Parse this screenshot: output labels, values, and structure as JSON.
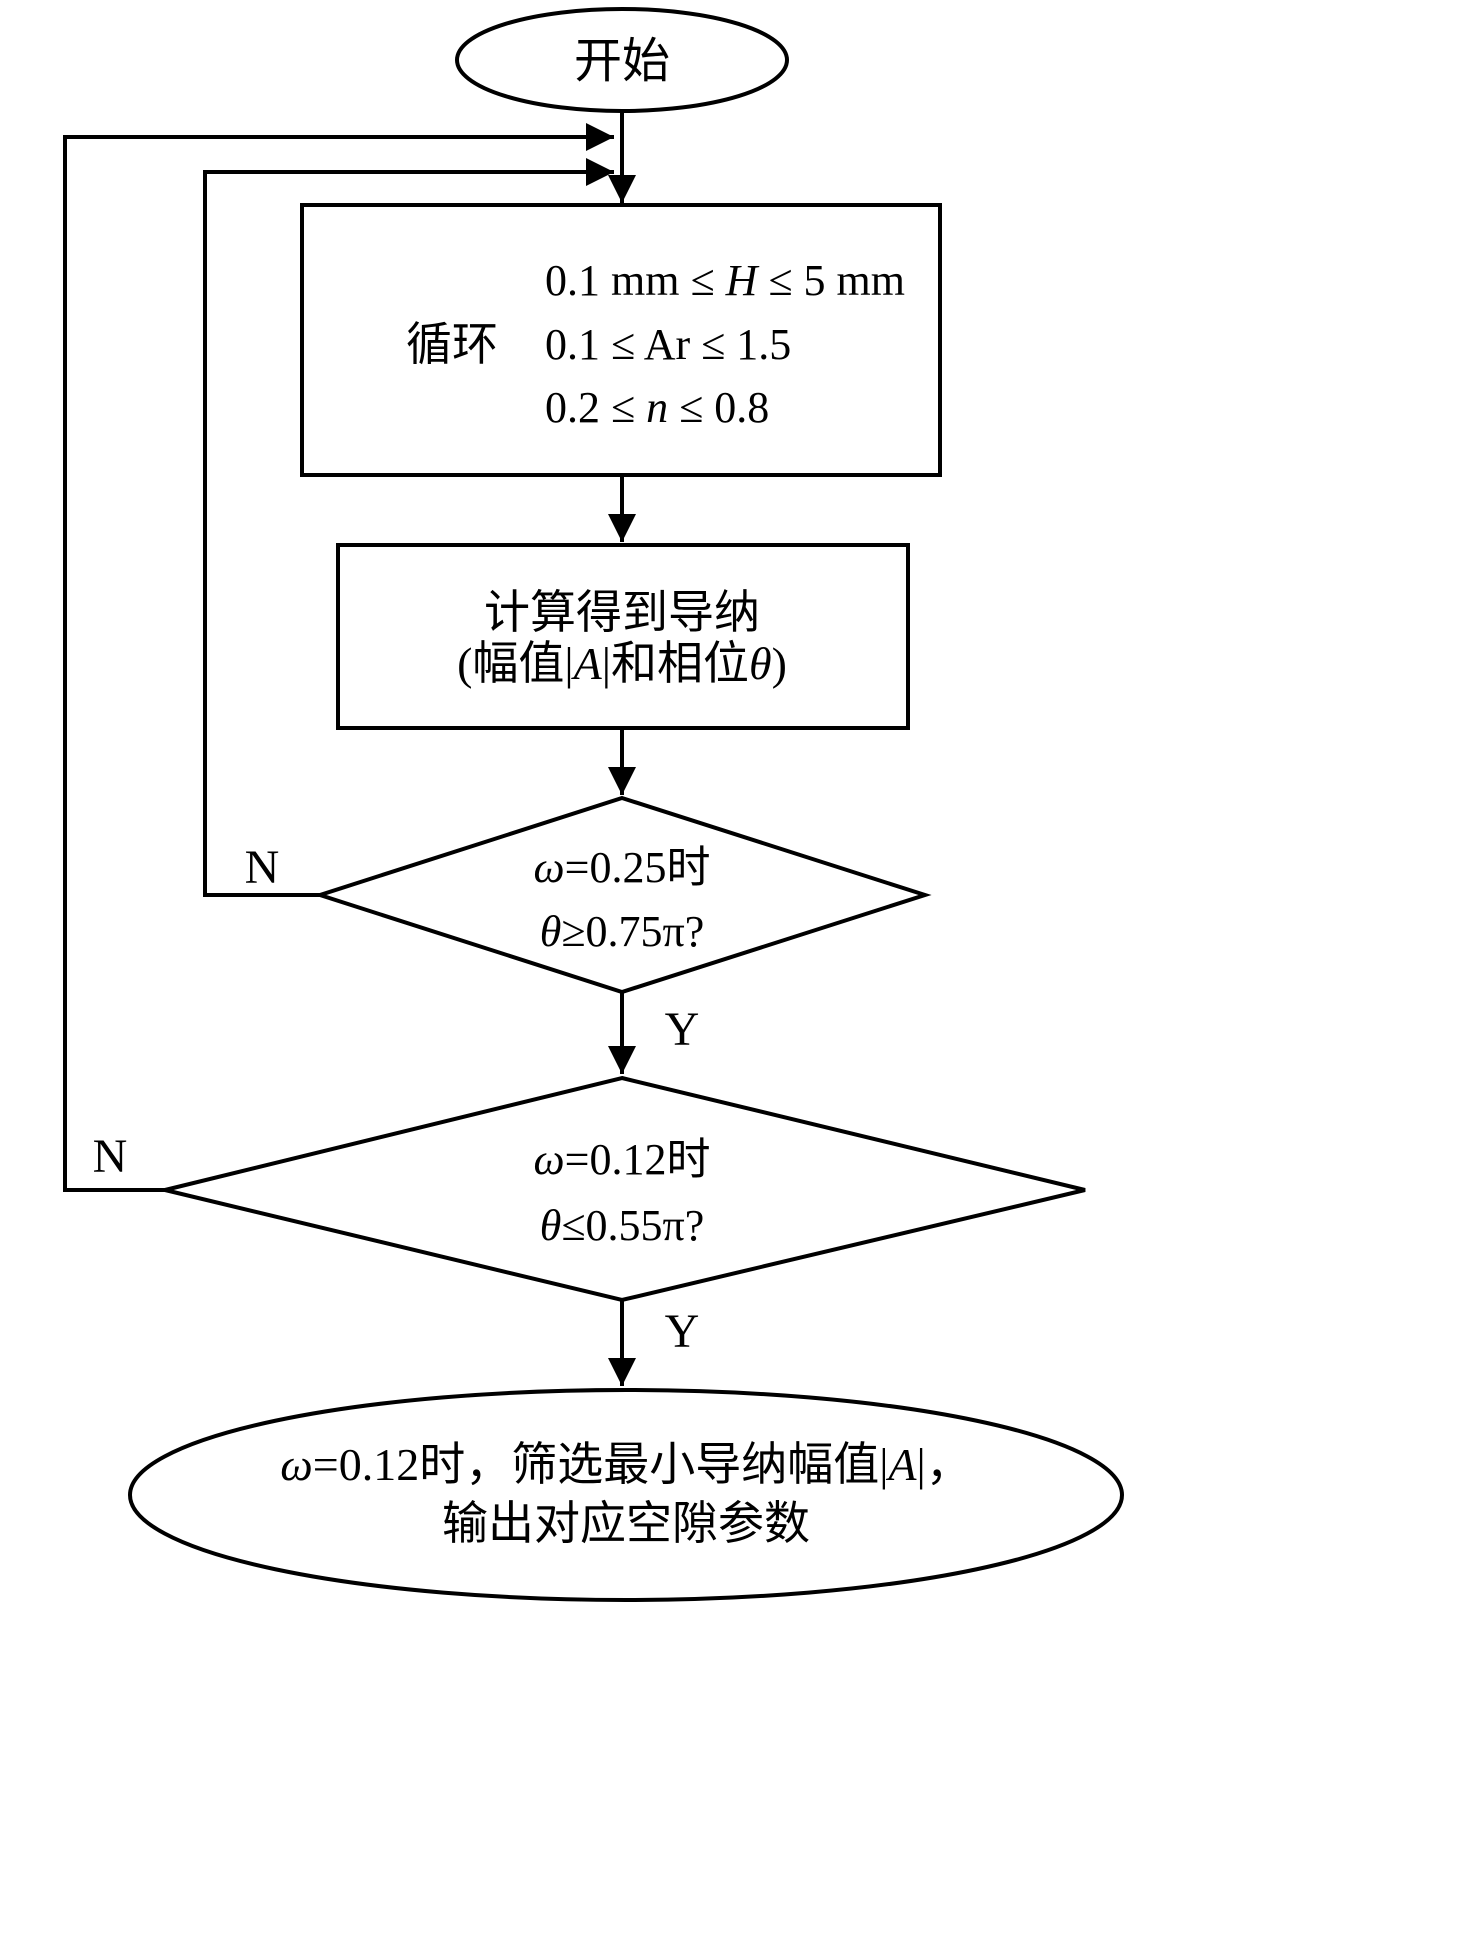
{
  "nodes": {
    "start": {
      "label": "开始"
    },
    "loop": {
      "tag": "循环",
      "c1_pre": "0.1 mm ≤ ",
      "c1_var": "H",
      "c1_post": " ≤ 5 mm",
      "c2": "0.1 ≤ Ar ≤ 1.5",
      "c3_pre": "0.2 ≤ ",
      "c3_var": "n",
      "c3_post": " ≤ 0.8"
    },
    "compute": {
      "l1": "计算得到导纳",
      "l2_p1": "(幅值|",
      "l2_var1": "A",
      "l2_p2": "|和相位",
      "l2_var2": "θ",
      "l2_p3": ")"
    },
    "decision1": {
      "l1_var": "ω",
      "l1_rest": "=0.25时",
      "l2_var": "θ",
      "l2_rest": "≥0.75π?"
    },
    "decision2": {
      "l1_var": "ω",
      "l1_rest": "=0.12时",
      "l2_var": "θ",
      "l2_rest": "≤0.55π?"
    },
    "end": {
      "l1_var": "ω",
      "l1_p1": "=0.12时，筛选最小导纳幅值|",
      "l1_var2": "A",
      "l1_p2": "|，",
      "l2": "输出对应空隙参数"
    }
  },
  "edges": {
    "decision1_no": "N",
    "decision1_yes": "Y",
    "decision2_no": "N",
    "decision2_yes": "Y"
  },
  "colors": {
    "stroke": "#000000",
    "background": "#ffffff"
  }
}
